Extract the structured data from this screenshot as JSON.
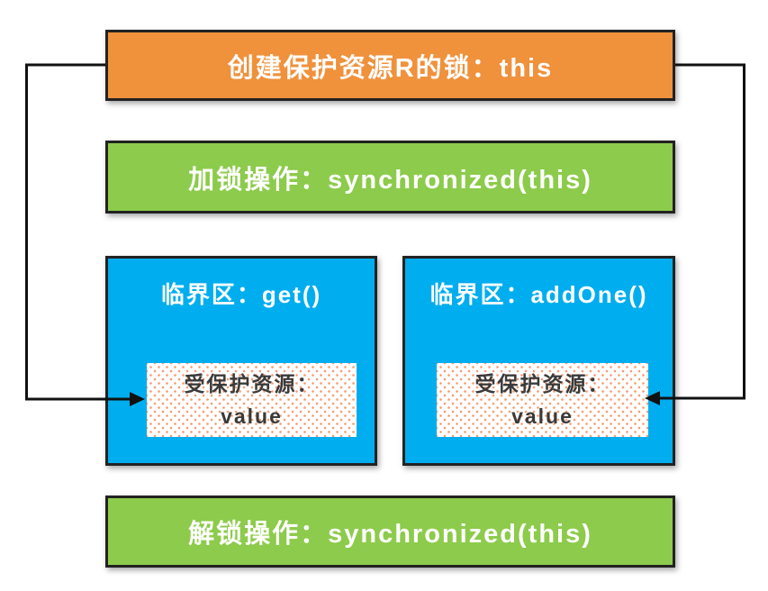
{
  "colors": {
    "orange": "#F0913C",
    "green": "#8CCB4B",
    "blue": "#00ADEE",
    "border": "#222222",
    "arrow": "#111111",
    "text-light": "#FFFFFF",
    "text-dark": "#3A3A3A",
    "dot": "#F49B72",
    "bg": "#FFFFFF"
  },
  "diagram": {
    "create_lock": {
      "label": "创建保护资源R的锁：this"
    },
    "lock_op": {
      "label": "加锁操作：synchronized(this)"
    },
    "critical_get": {
      "title": "临界区：get()",
      "resource": {
        "line1": "受保护资源：",
        "line2": "value"
      }
    },
    "critical_addone": {
      "title": "临界区：addOne()",
      "resource": {
        "line1": "受保护资源：",
        "line2": "value"
      }
    },
    "unlock_op": {
      "label": "解锁操作：synchronized(this)"
    }
  }
}
